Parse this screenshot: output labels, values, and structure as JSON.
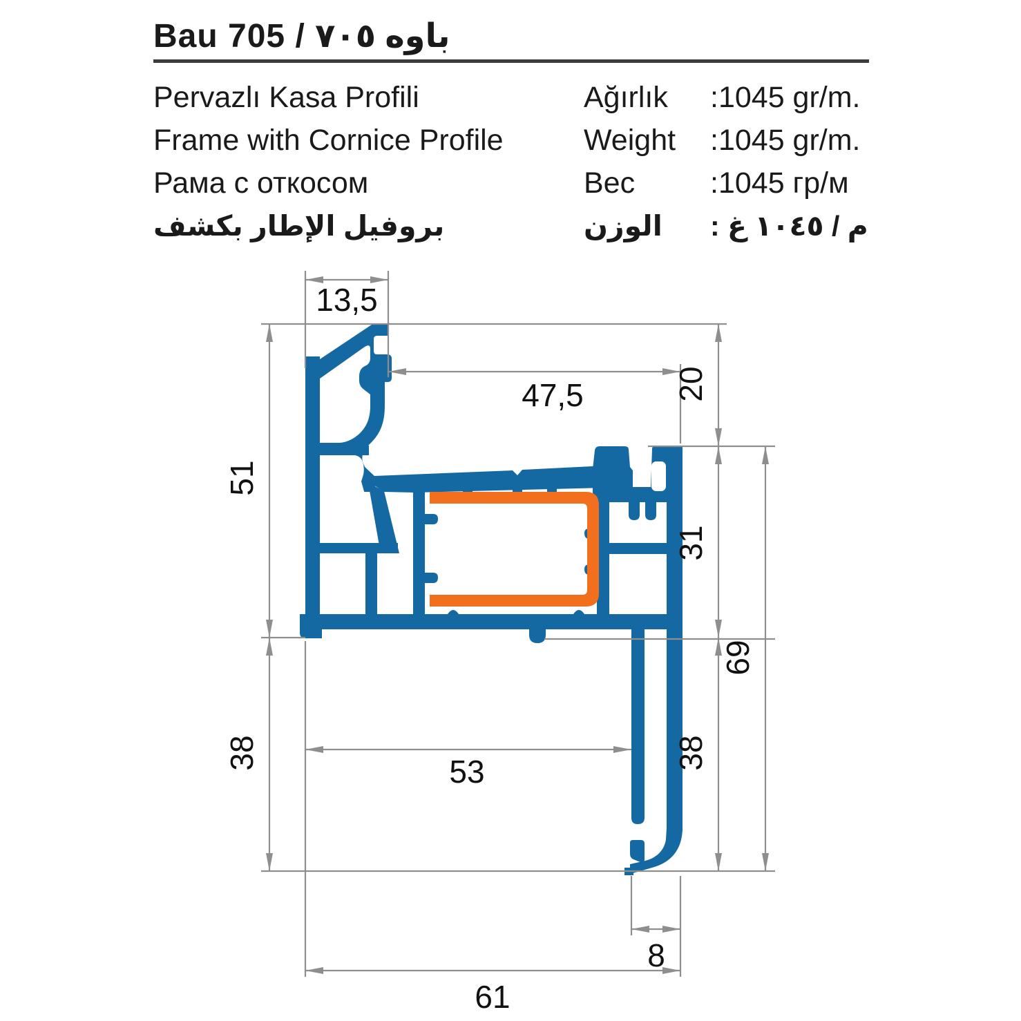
{
  "header": {
    "title_latin": "Bau 705 / ",
    "title_arabic": "باوه ٧٠٥",
    "rows": [
      {
        "name": "Pervazlı Kasa  Profili",
        "label": "Ağırlık",
        "value": ":1045 gr/m."
      },
      {
        "name": "Frame with Cornice Profile",
        "label": "Weight",
        "value": ":1045 gr/m."
      },
      {
        "name": "Рама с откосом",
        "label": "Вес",
        "value": ":1045 гр/м"
      },
      {
        "name": "بروفيل الإطار بكشف",
        "label": "الوزن",
        "value": ": ١٠٤٥ غ‎ / ‎م"
      }
    ]
  },
  "drawing": {
    "dims": {
      "cornice_width": "13,5",
      "rebate_width": "47,5",
      "cornice_height": "20",
      "upper_height": "51",
      "frame_height": "31",
      "leg_height": "69",
      "lower_height_left": "38",
      "inner_width": "53",
      "lower_height_right": "38",
      "leg_width": "8",
      "total_width": "61"
    },
    "colors": {
      "profile_blue": "#1569a3",
      "steel_orange": "#f2701d",
      "dimension_gray": "#8e8e8e",
      "text_ink": "#1a1a1a",
      "rule_dark": "#3b3b3b"
    }
  }
}
